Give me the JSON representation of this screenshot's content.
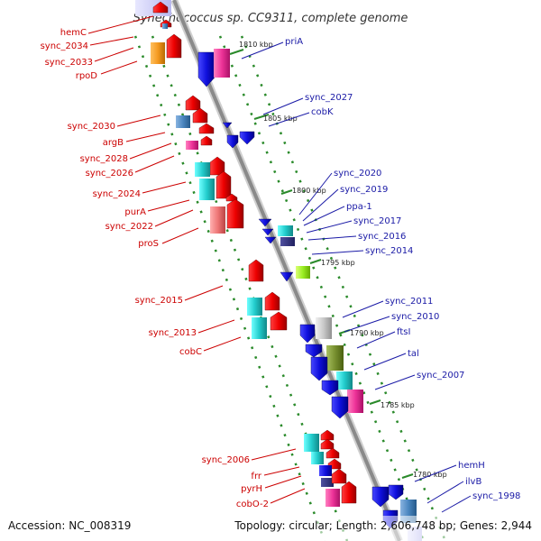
{
  "title": "Synechococcus sp. CC9311, complete genome",
  "accession": "Accession: NC_008319",
  "topology": "Topology: circular; Length: 2,606,748 bp; Genes: 2,944",
  "kbp_markers": [
    "1810 kbp",
    "1805 kbp",
    "1800 kbp",
    "1795 kbp",
    "1790 kbp",
    "1785 kbp",
    "1780 kbp"
  ],
  "left_labels": [
    "hemC",
    "sync_2034",
    "sync_2033",
    "rpoD",
    "sync_2030",
    "argB",
    "sync_2028",
    "sync_2026",
    "sync_2024",
    "purA",
    "sync_2022",
    "proS",
    "sync_2015",
    "sync_2013",
    "cobC",
    "sync_2006",
    "frr",
    "pyrH",
    "cobO-2"
  ],
  "right_labels": [
    "priA",
    "sync_2027",
    "cobK",
    "sync_2020",
    "sync_2019",
    "ppa-1",
    "sync_2017",
    "sync_2016",
    "sync_2014",
    "sync_2011",
    "sync_2010",
    "ftsI",
    "tal",
    "sync_2007",
    "hemH",
    "ilvB",
    "sync_1998"
  ],
  "colors": {
    "forward_strand": "#dd0000",
    "reverse_strand": "#1010dd",
    "backbone": "#999999",
    "tick_dots": "#2a8a2a",
    "left_label_text": "#cc0000",
    "right_label_text": "#1a1aa6"
  }
}
